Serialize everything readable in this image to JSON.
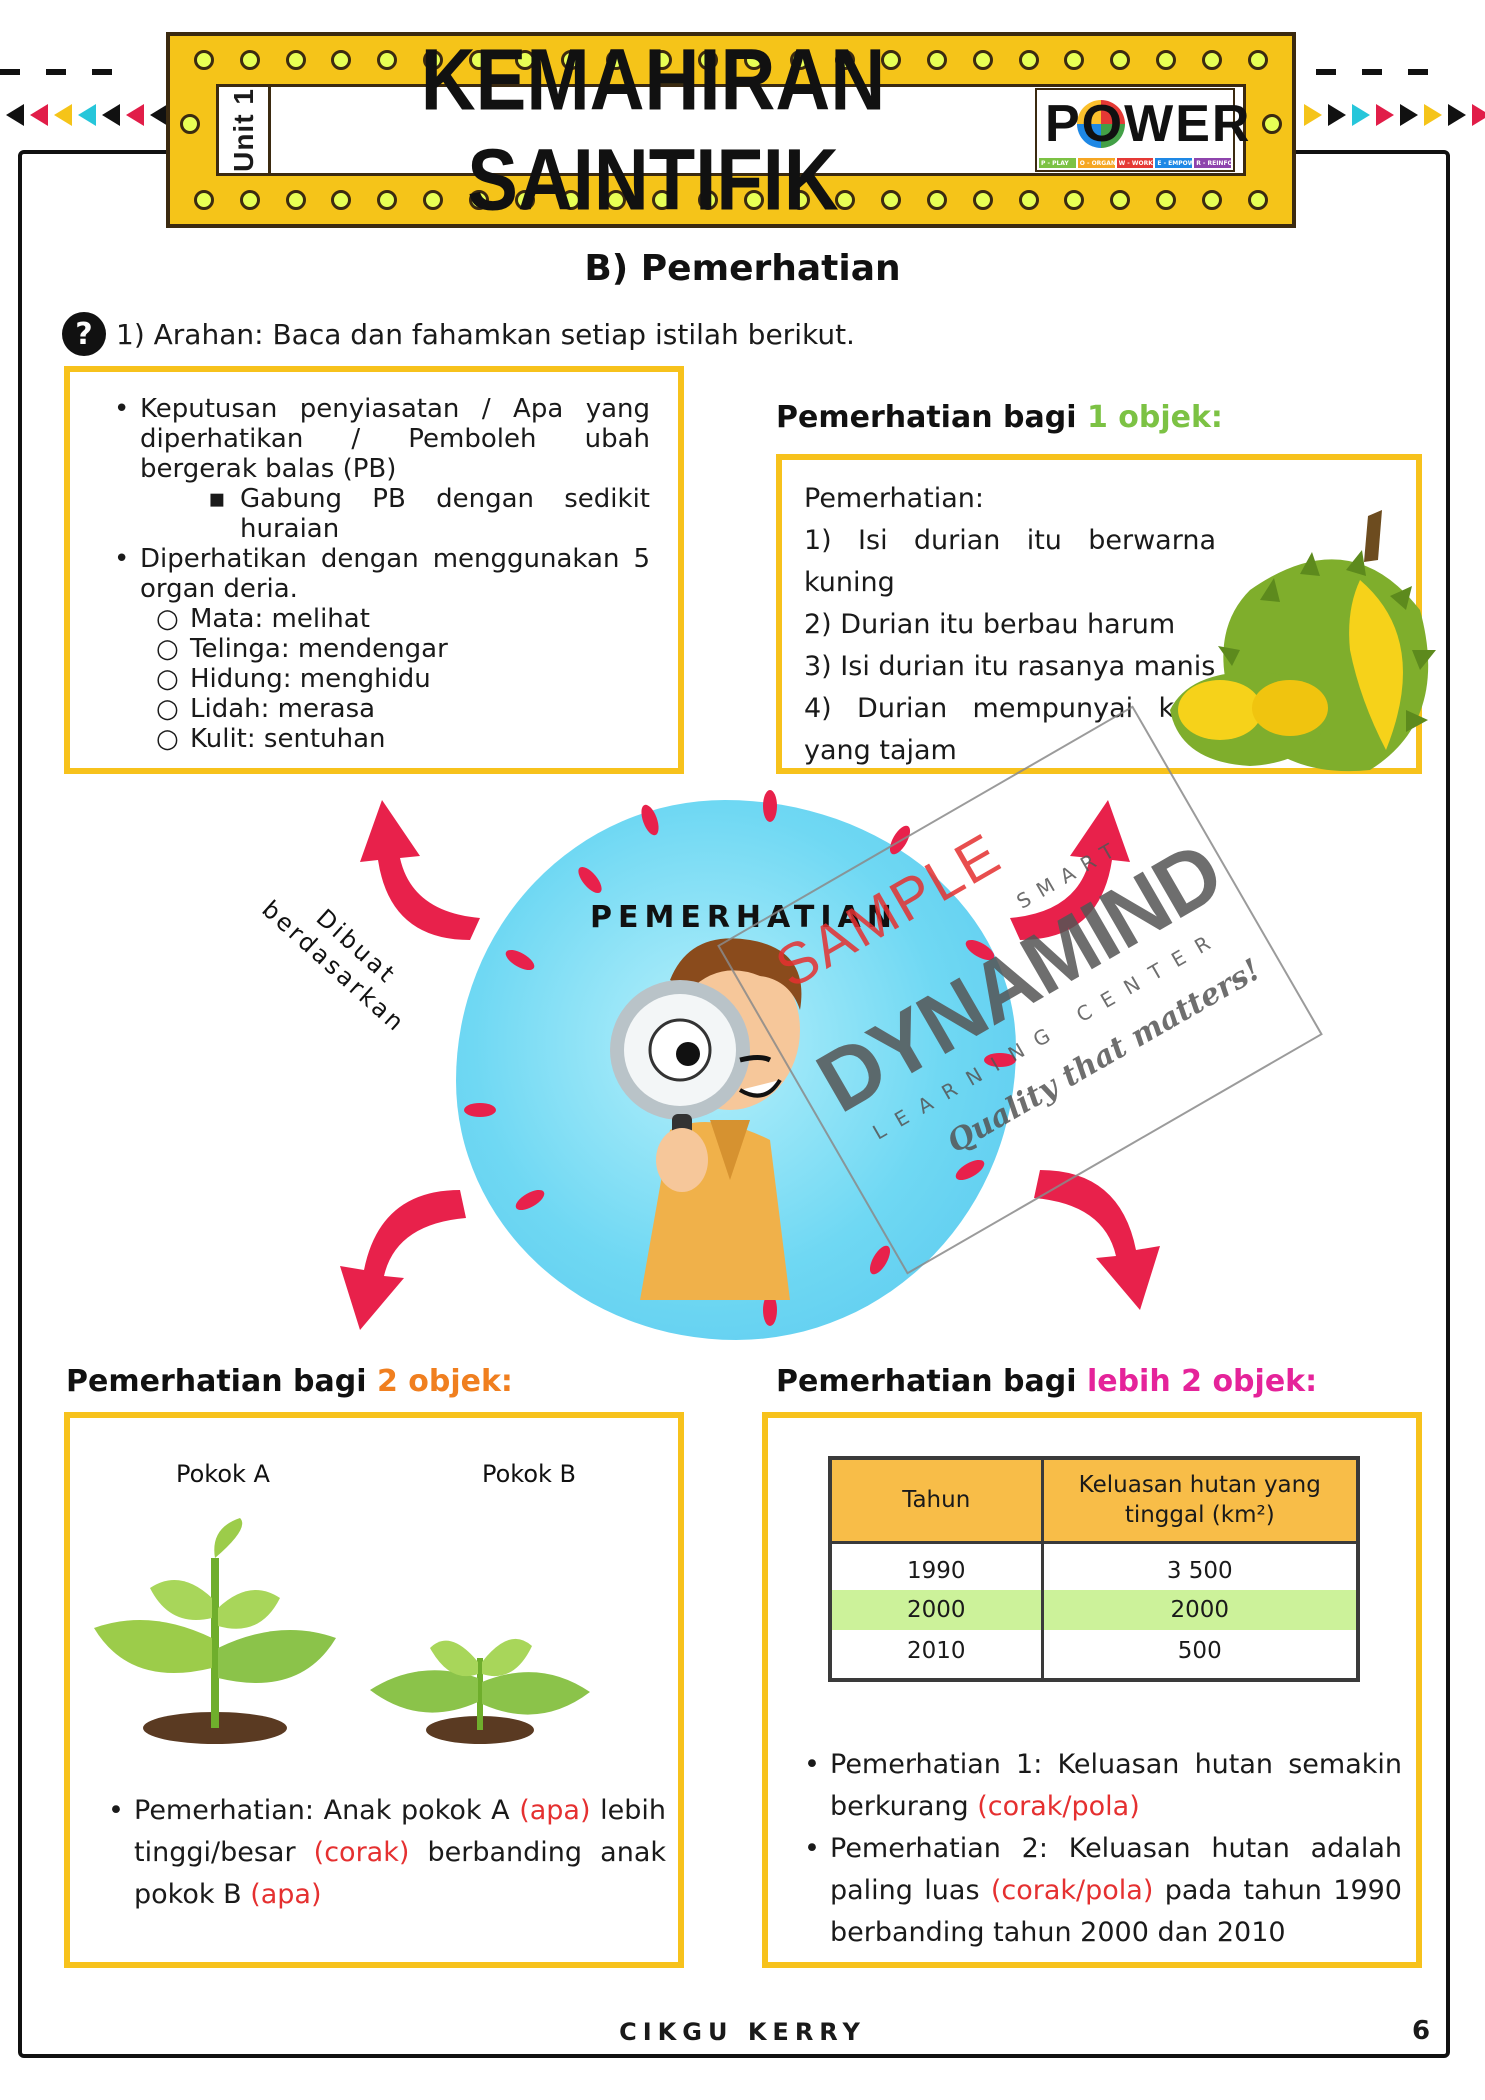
{
  "banner": {
    "unit_label": "Unit 1",
    "title": "KEMAHIRAN SAINTIFIK",
    "logo_word": "POWER",
    "logo_strip": [
      "P - PLAY",
      "O - ORGANIZE",
      "W - WORK",
      "E - EMPOWER",
      "R - REINFORCEMENT"
    ]
  },
  "section_title": "B) Pemerhatian",
  "instruction": {
    "icon": "question-icon",
    "icon_glyph": "?",
    "text": "1) Arahan: Baca dan fahamkan setiap istilah berikut."
  },
  "terms_box": {
    "item1": "Keputusan penyiasatan / Apa yang diperhatikan / Pemboleh ubah bergerak balas (PB)",
    "item1_sub": "Gabung PB dengan sedikit huraian",
    "item2": "Diperhatikan dengan menggunakan 5 organ deria.",
    "senses": [
      "Mata: melihat",
      "Telinga: mendengar",
      "Hidung: menghidu",
      "Lidah: merasa",
      "Kulit: sentuhan"
    ]
  },
  "one_object": {
    "heading": "Pemerhatian bagi",
    "highlight": "1 objek:",
    "highlight_color": "#7cc244",
    "lines": [
      "Pemerhatian:",
      "1) Isi durian  itu berwarna kuning",
      "2) Durian itu berbau harum",
      "3) Isi durian itu rasanya manis",
      "4) Durian mempunyai kulit yang tajam"
    ]
  },
  "center": {
    "title": "PEMERHATIAN",
    "note_line1": "Dibuat",
    "note_line2": "berdasarkan"
  },
  "two_objects": {
    "heading": "Pemerhatian bagi",
    "highlight": "2 objek:",
    "highlight_color": "#f07f1f",
    "plant_a": "Pokok A",
    "plant_b": "Pokok B",
    "obs_part1": "Pemerhatian: Anak pokok A ",
    "obs_tag1": "(apa)",
    "obs_part2": " lebih tinggi/besar ",
    "obs_tag2": "(corak)",
    "obs_part3": " berbanding anak pokok B ",
    "obs_tag3": "(apa)"
  },
  "many_objects": {
    "heading": "Pemerhatian bagi",
    "highlight": "lebih 2 objek:",
    "highlight_color": "#e5239a",
    "table": {
      "col1": "Tahun",
      "col2_line1": "Keluasan hutan yang",
      "col2_line2": "tinggal (km²)",
      "rows": [
        {
          "year": "1990",
          "area": "3 500"
        },
        {
          "year": "2000",
          "area": "2000"
        },
        {
          "year": "2010",
          "area": "500"
        }
      ]
    },
    "obs1_part1": "Pemerhatian 1: Keluasan hutan semakin berkurang ",
    "obs1_tag": "(corak/pola)",
    "obs2_part1": "Pemerhatian 2: Keluasan hutan adalah paling luas ",
    "obs2_tag": "(corak/pola)",
    "obs2_part2": " pada tahun 1990 berbanding tahun 2000 dan 2010"
  },
  "watermark": {
    "sample": "SAMPLE",
    "smart": "SMART",
    "brand": "DYNAMIND",
    "subtitle": "LEARNING CENTER",
    "tagline": "Quality that matters!"
  },
  "footer": {
    "author": "CIKGU KERRY",
    "page": "6"
  },
  "colors": {
    "box_border": "#f7c21c",
    "arrow": "#e8214b",
    "banner": "#f5c419",
    "table_header": "#f8bd48",
    "table_highlight": "#ccf29a"
  }
}
